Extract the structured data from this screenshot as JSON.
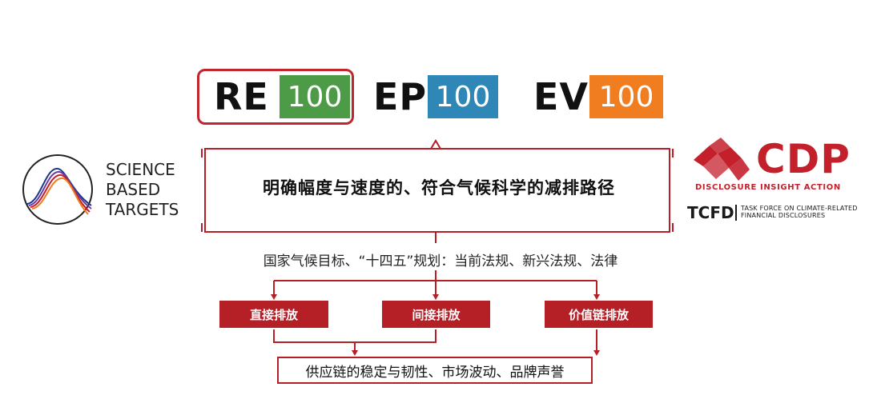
{
  "initiatives": [
    {
      "prefix": "RE",
      "number": "100",
      "color": "#4d9a47"
    },
    {
      "prefix": "EP",
      "number": "100",
      "color": "#2f87b8"
    },
    {
      "prefix": "EV",
      "number": "100",
      "color": "#f07d1f"
    }
  ],
  "sbt": {
    "lines": [
      "SCIENCE",
      "BASED",
      "TARGETS"
    ]
  },
  "cdp": {
    "name": "CDP",
    "tagline": "DISCLOSURE INSIGHT ACTION",
    "brand_color": "#c4202c"
  },
  "tcfd": {
    "name": "TCFD",
    "description": "TASK FORCE ON CLIMATE-RELATED FINANCIAL DISCLOSURES"
  },
  "main_path": "明确幅度与速度的、符合气候科学的减排路径",
  "policy": "国家气候目标、“十四五”规划：当前法规、新兴法规、法律",
  "emissions": [
    "直接排放",
    "间接排放",
    "价值链排放"
  ],
  "bottom": "供应链的稳定与韧性、市场波动、品牌声誉",
  "colors": {
    "accent": "#b51f26"
  }
}
